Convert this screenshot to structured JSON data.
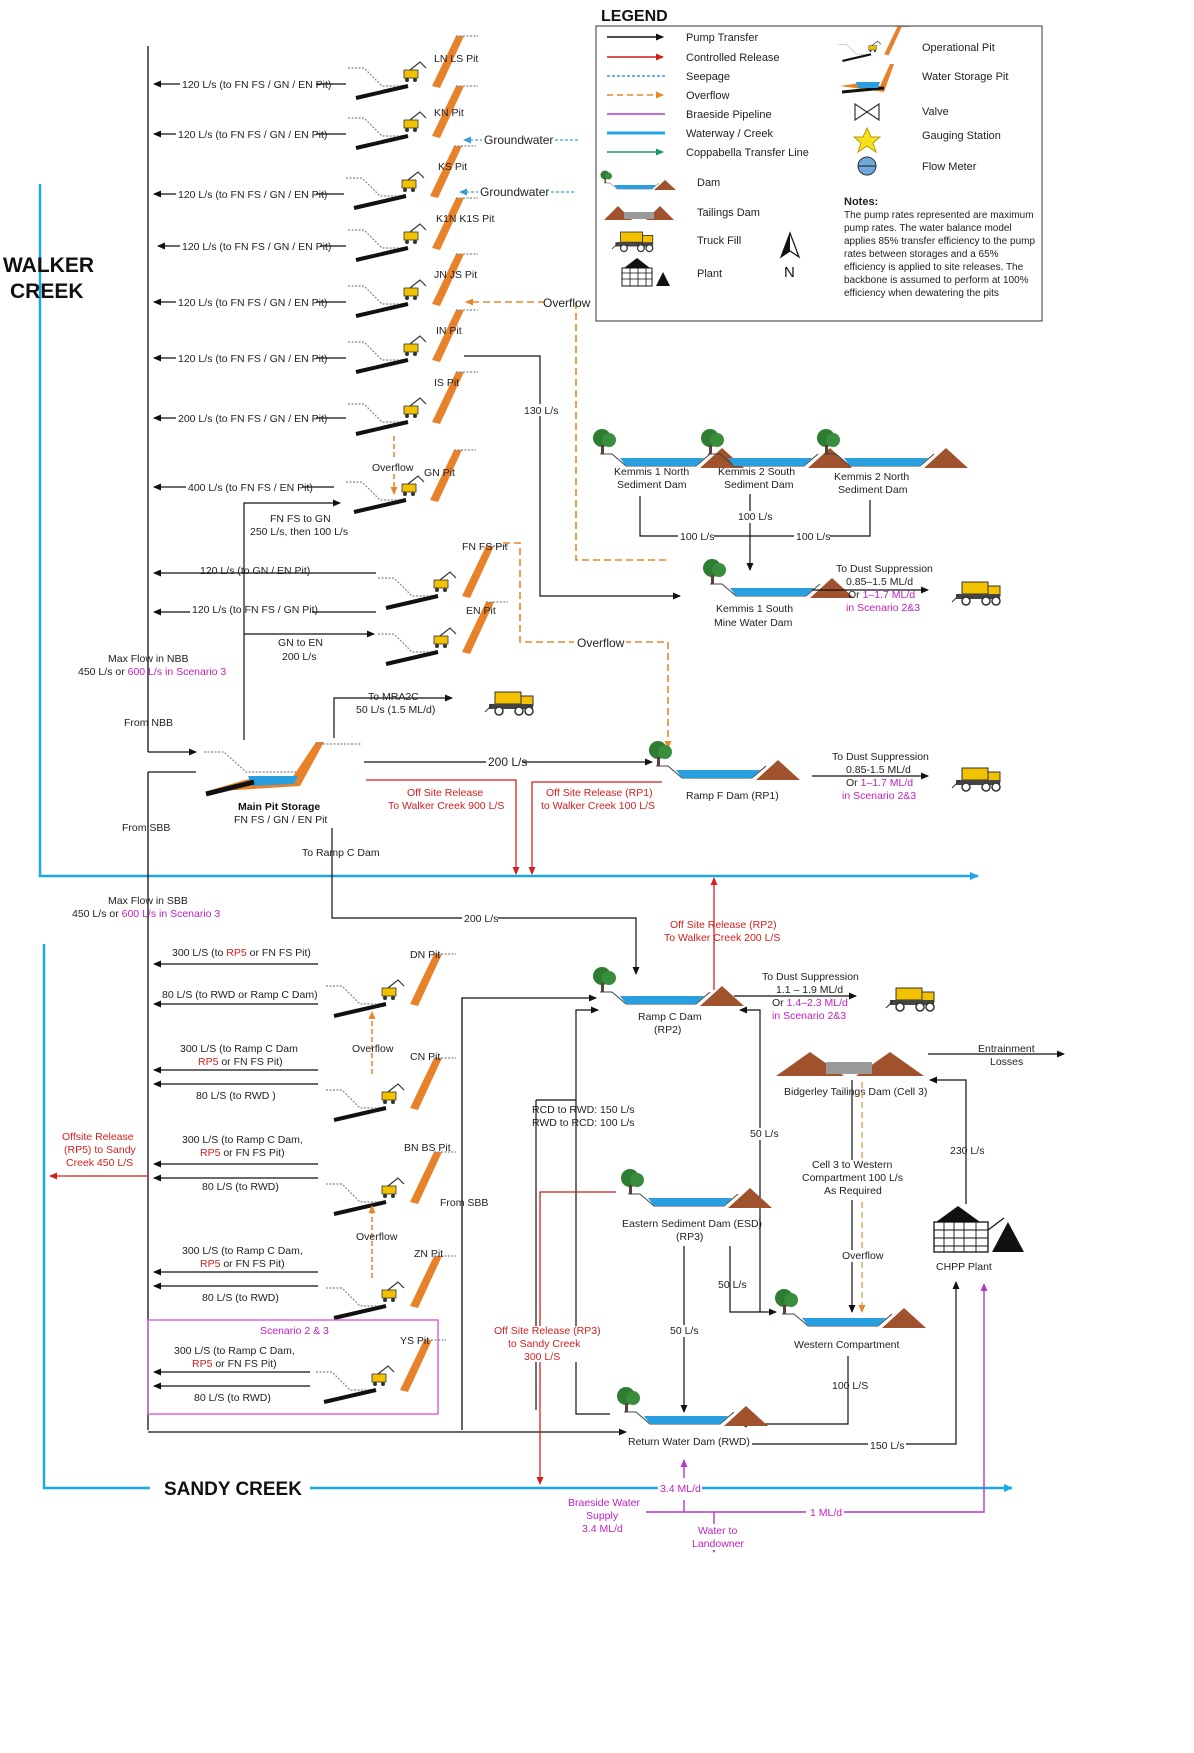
{
  "legend": {
    "title": "LEGEND",
    "items": {
      "pump": "Pump Transfer",
      "controlled": "Controlled Release",
      "seepage": "Seepage",
      "overflow": "Overflow",
      "braeside": "Braeside Pipeline",
      "waterway": "Waterway / Creek",
      "coppabella": "Coppabella Transfer Line",
      "dam": "Dam",
      "tailings": "Tailings Dam",
      "truck": "Truck Fill",
      "plant": "Plant",
      "operational_pit": "Operational Pit",
      "storage_pit": "Water Storage Pit",
      "valve": "Valve",
      "gauging": "Gauging Station",
      "flow_meter": "Flow Meter",
      "north": "N"
    },
    "notes_title": "Notes:",
    "notes": [
      "The pump rates represented are maximum",
      "pump rates.  The water balance model",
      "applies 85% transfer efficiency to the pump",
      "rates between storages and a 65%",
      "efficiency is applied to site releases. The",
      "backbone is assumed to perform at 100%",
      "efficiency when dewatering the pits"
    ],
    "colors": {
      "pump": "#111111",
      "controlled": "#d21f1f",
      "seepage": "#3a9bd9",
      "overflow": "#e8882a",
      "braeside": "#b23cc8",
      "waterway": "#1ea7e8",
      "coppabella": "#1aa05a"
    }
  },
  "creeks": {
    "walker_1": "WALKER",
    "walker_2": "CREEK",
    "sandy": "SANDY CREEK"
  },
  "pits": {
    "ln_ls": "LN LS Pit",
    "kn": "KN Pit",
    "ks": "KS Pit",
    "k1n_k1s": "K1N K1S Pit",
    "jn_js": "JN JS  Pit",
    "in": "IN Pit",
    "is": "IS  Pit",
    "gn": "GN Pit",
    "fn_fs": "FN FS Pit",
    "en": "EN Pit",
    "dn": "DN Pit",
    "cn": "CN Pit",
    "bn_bs": "BN BS Pit",
    "zn": "ZN Pit",
    "ys": "YS Pit"
  },
  "flows_upper": {
    "ln_ls": "120 L/s (to FN FS / GN / EN Pit)",
    "kn": "120 L/s (to FN FS / GN / EN Pit)",
    "ks": "120 L/s (to FN FS / GN / EN Pit)",
    "k1n_k1s": "120 L/s (to FN FS / GN / EN Pit)",
    "jn_js": "120 L/s (to FN FS / GN / EN Pit)",
    "in": "120 L/s (to FN FS / GN / EN Pit)",
    "is": "200 L/s (to FN FS / GN / EN Pit)",
    "gn": "400 L/s (to FN FS / EN Pit)",
    "fn_fs_a": "120 L/s (to GN / EN Pit)",
    "fn_fs_b": "120 L/s (to FN FS / GN Pit)",
    "groundwater_1": "Groundwater",
    "groundwater_2": "Groundwater",
    "overflow_jn": "Overflow",
    "overflow_is": "Overflow",
    "in_130": "130 L/s",
    "fnfs_to_gn_1": "FN FS to GN",
    "fnfs_to_gn_2": "250 L/s, then 100 L/s",
    "gn_to_en_1": "GN to EN",
    "gn_to_en_2": "200 L/s",
    "overflow_fn": "Overflow"
  },
  "nbb": {
    "max_flow": "Max Flow in NBB",
    "rate_a": "450 L/s  or ",
    "rate_b": "600 L/s in Scenario 3",
    "from_nbb": "From NBB"
  },
  "sbb": {
    "max_flow": "Max Flow in SBB",
    "rate_a": "450 L/s or ",
    "rate_b": "600 L/s in Scenario 3",
    "from_sbb": "From SBB",
    "from_sbb_2": "From SBB"
  },
  "main_pit": {
    "name": "Main Pit Storage",
    "sub": "FN FS / GN / EN Pit",
    "to_mra_1": "To MRA2C",
    "to_mra_2": "50 L/s (1.5 ML/d)",
    "to_rp1": "200 L/s",
    "release_1": "Off Site Release",
    "release_2": "To Walker Creek 900 L/S",
    "to_ramp_c": "To Ramp C Dam",
    "to_ramp_c_flow": "200 L/s"
  },
  "kemmis": {
    "k1n_1": "Kemmis 1 North",
    "k1n_2": "Sediment Dam",
    "k2s_1": "Kemmis 2 South",
    "k2s_2": "Sediment Dam",
    "k2n_1": "Kemmis 2 North",
    "k2n_2": "Sediment Dam",
    "flow_a": "100 L/s",
    "flow_b": "100 L/s",
    "flow_c": "100 L/s",
    "k1s_1": "Kemmis 1 South",
    "k1s_2": "Mine Water Dam",
    "dust_1": "To Dust Suppression",
    "dust_2": "0.85–1.5 ML/d",
    "dust_3a": "Or ",
    "dust_3b": "1–1.7 ML/d",
    "dust_4": "in Scenario 2&3"
  },
  "ramp_f": {
    "name": "Ramp F Dam (RP1)",
    "release_1": "Off Site Release (RP1)",
    "release_2": "to Walker Creek 100 L/S",
    "dust_1": "To Dust Suppression",
    "dust_2": "0.85-1.5 ML/d",
    "dust_3a": "Or ",
    "dust_3b": "1–1.7 ML/d",
    "dust_4": "in Scenario 2&3"
  },
  "south": {
    "dn_a": "300 L/S (to RP5 or FN FS Pit)",
    "dn_b": "80 L/S (to RWD or Ramp C Dam)",
    "cn_a1": "300 L/S (to Ramp C Dam",
    "cn_a2": "RP5 or FN FS Pit)",
    "cn_b": "80 L/S (to RWD )",
    "bn_a1": "300 L/S (to Ramp C Dam,",
    "bn_a2": "RP5 or FN FS Pit)",
    "bn_b": "80 L/S (to RWD)",
    "zn_a1": "300 L/S (to Ramp C Dam,",
    "zn_a2": "RP5 or FN FS Pit)",
    "zn_b": "80 L/S (to RWD)",
    "ys_a1": "300 L/S (to Ramp C Dam,",
    "ys_a2": "RP5 or FN FS Pit)",
    "ys_b": "80 L/S (to RWD)",
    "scenario": "Scenario 2 & 3",
    "overflow_cn": "Overflow",
    "overflow_zn": "Overflow",
    "offsite_1": "Offsite Release",
    "offsite_2": "(RP5) to Sandy",
    "offsite_3": "Creek 450 L/S"
  },
  "ramp_c": {
    "name_1": "Ramp C Dam",
    "name_2": "(RP2)",
    "release_1": "Off Site Release (RP2)",
    "release_2": "To Walker Creek 200 L/S",
    "dust_1": "To Dust Suppression",
    "dust_2": "1.1 – 1.9 ML/d",
    "dust_3a": "Or ",
    "dust_3b": "1.4–2.3 ML/d",
    "dust_4": "in Scenario 2&3",
    "rcd_1": "RCD to RWD: 150 L/s",
    "rcd_2": "RWD to RCD: 100 L/s",
    "flow_50": "50 L/s"
  },
  "bidgerley": {
    "name": "Bidgerley Tailings Dam (Cell 3)",
    "entrain_1": "Entrainment",
    "entrain_2": "Losses",
    "cell_1": "Cell 3 to Western",
    "cell_2": "Compartment 100 L/s",
    "cell_3": "As Required",
    "overflow": "Overflow",
    "plant_230": "230 L/s",
    "chpp": "CHPP Plant"
  },
  "esd": {
    "name_1": "Eastern Sediment Dam (ESD)",
    "name_2": "(RP3)",
    "flow_50a": "50 L/s",
    "flow_50b": "50 L/s",
    "release_1": "Off Site Release (RP3)",
    "release_2": "to Sandy Creek",
    "release_3": "300 L/S"
  },
  "western": {
    "name": "Western Compartment",
    "flow_100": "100 L/S"
  },
  "rwd": {
    "name": "Return Water Dam (RWD)",
    "flow_150": "150 L/s",
    "flow_34": "3.4 ML/d",
    "braeside_1": "Braeside Water",
    "braeside_2": "Supply",
    "braeside_3": "3.4 ML/d",
    "flow_1ml": "1 ML/d",
    "landowner_1": "Water to",
    "landowner_2": "Landowner"
  }
}
